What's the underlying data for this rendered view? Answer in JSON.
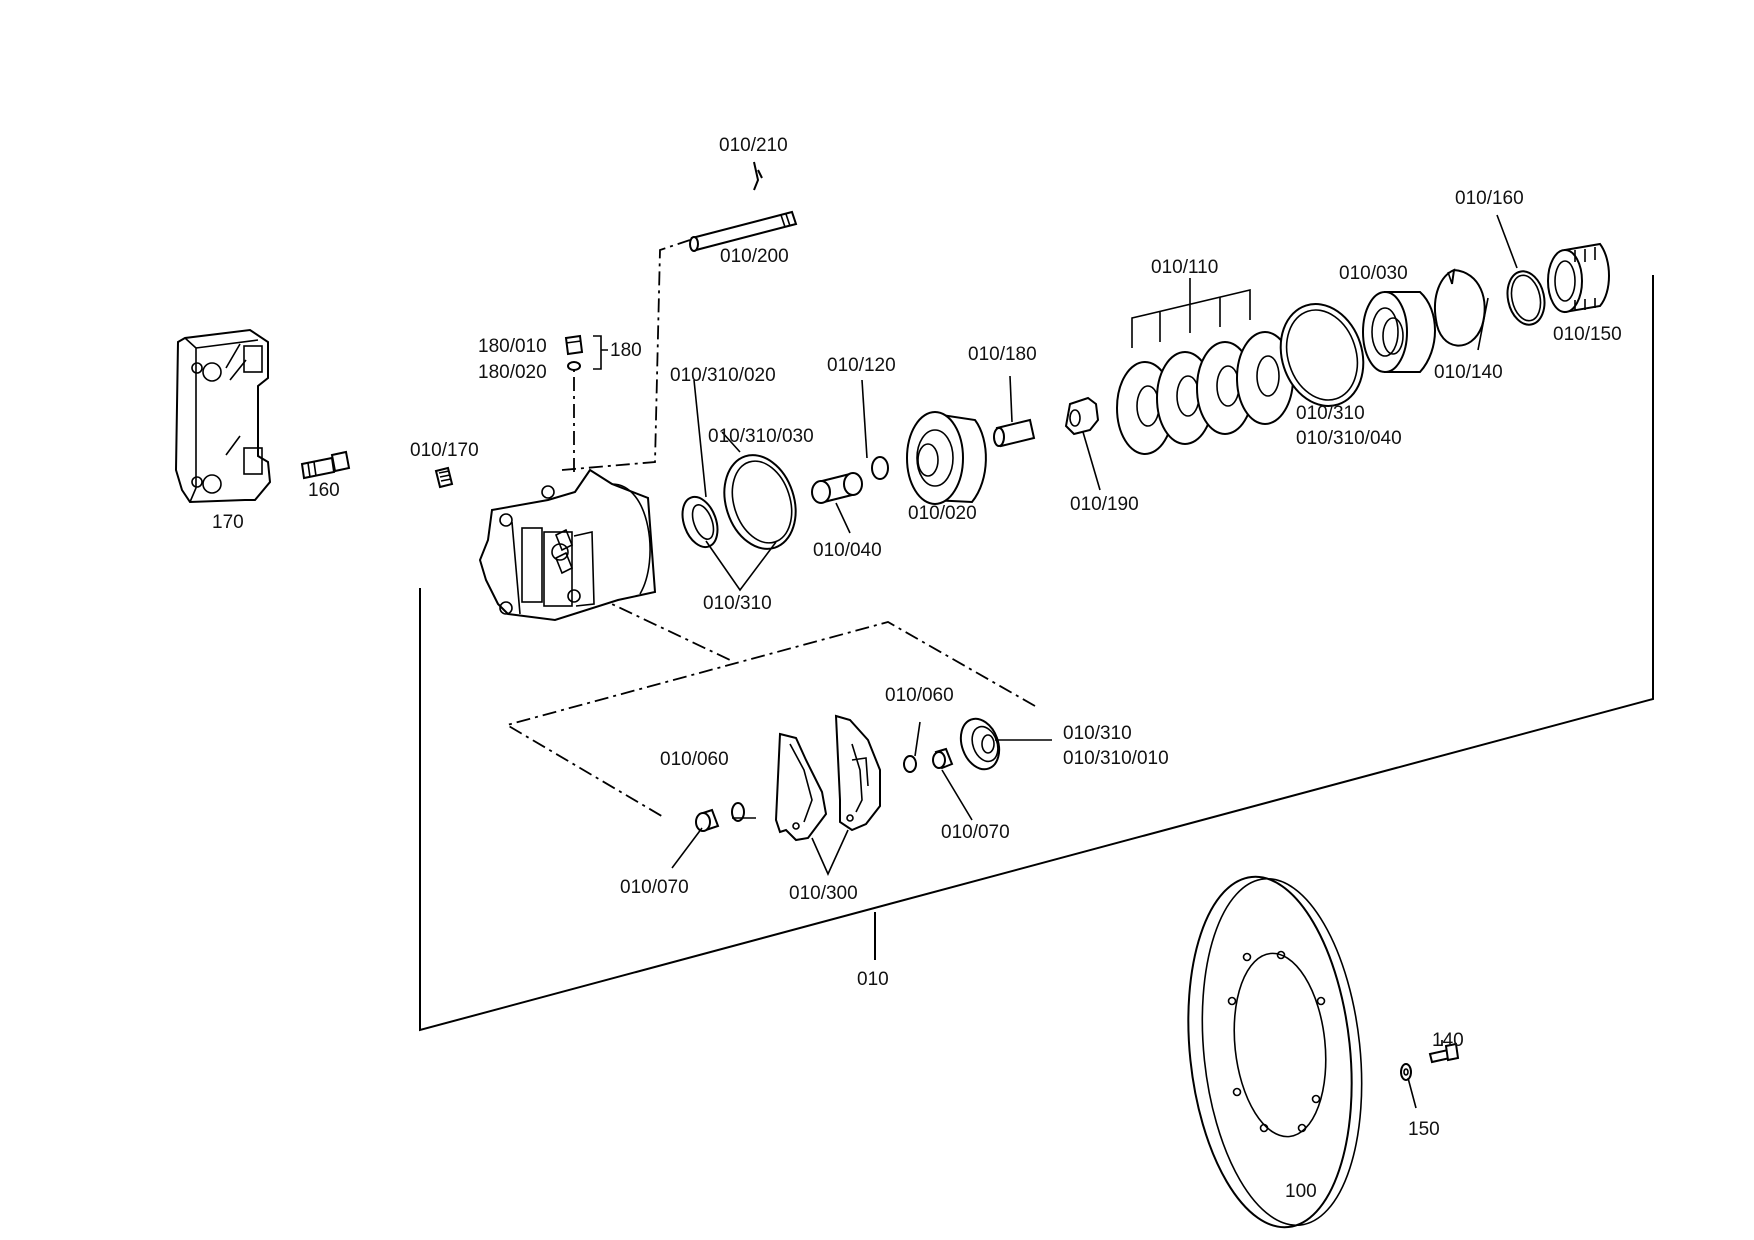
{
  "labels": {
    "p010_210": "010/210",
    "p010_200": "010/200",
    "p180_010": "180/010",
    "p180_020": "180/020",
    "p180": "180",
    "p170": "170",
    "p160": "160",
    "p010_170": "010/170",
    "p010_310_020": "010/310/020",
    "p010_310_030": "010/310/030",
    "p010_310_a": "010/310",
    "p010_120": "010/120",
    "p010_040": "010/040",
    "p010_180": "010/180",
    "p010_020": "010/020",
    "p010_190": "010/190",
    "p010_110": "010/110",
    "p010_030": "010/030",
    "p010_310_b": "010/310",
    "p010_310_040": "010/310/040",
    "p010_160": "010/160",
    "p010_140": "010/140",
    "p010_150": "010/150",
    "p010_060_a": "010/060",
    "p010_070_a": "010/070",
    "p010_300": "010/300",
    "p010_060_b": "010/060",
    "p010_310_c": "010/310",
    "p010_310_010": "010/310/010",
    "p010_070_b": "010/070",
    "p010": "010",
    "p100": "100",
    "p140": "140",
    "p150": "150"
  }
}
